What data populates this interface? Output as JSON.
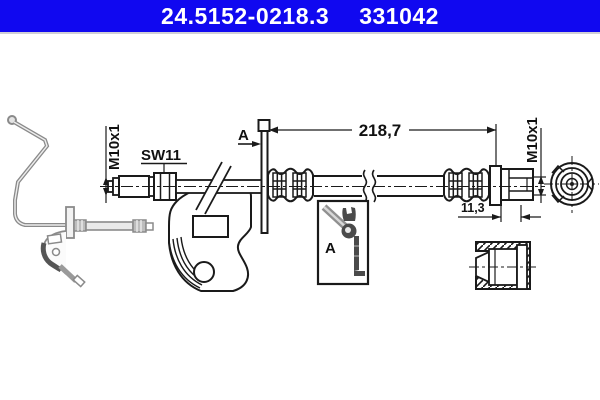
{
  "header": {
    "part_number": "24.5152-0218.3",
    "ref_number": "331042",
    "bar_color": "#1008f0",
    "text_color": "#ffffff"
  },
  "drawing": {
    "dimensions": {
      "hose_length": "218,7",
      "fitting_length": "11,3"
    },
    "labels": {
      "thread_size_left": "M10x1",
      "thread_size_right": "M10x1",
      "wrench_size": "SW11",
      "detail_marker": "A",
      "detail_box_marker": "A"
    },
    "colors": {
      "primary_line": "#1a1a1a",
      "secondary_line": "#8a8a8a",
      "clip_fill": "#4a4a4a"
    }
  }
}
